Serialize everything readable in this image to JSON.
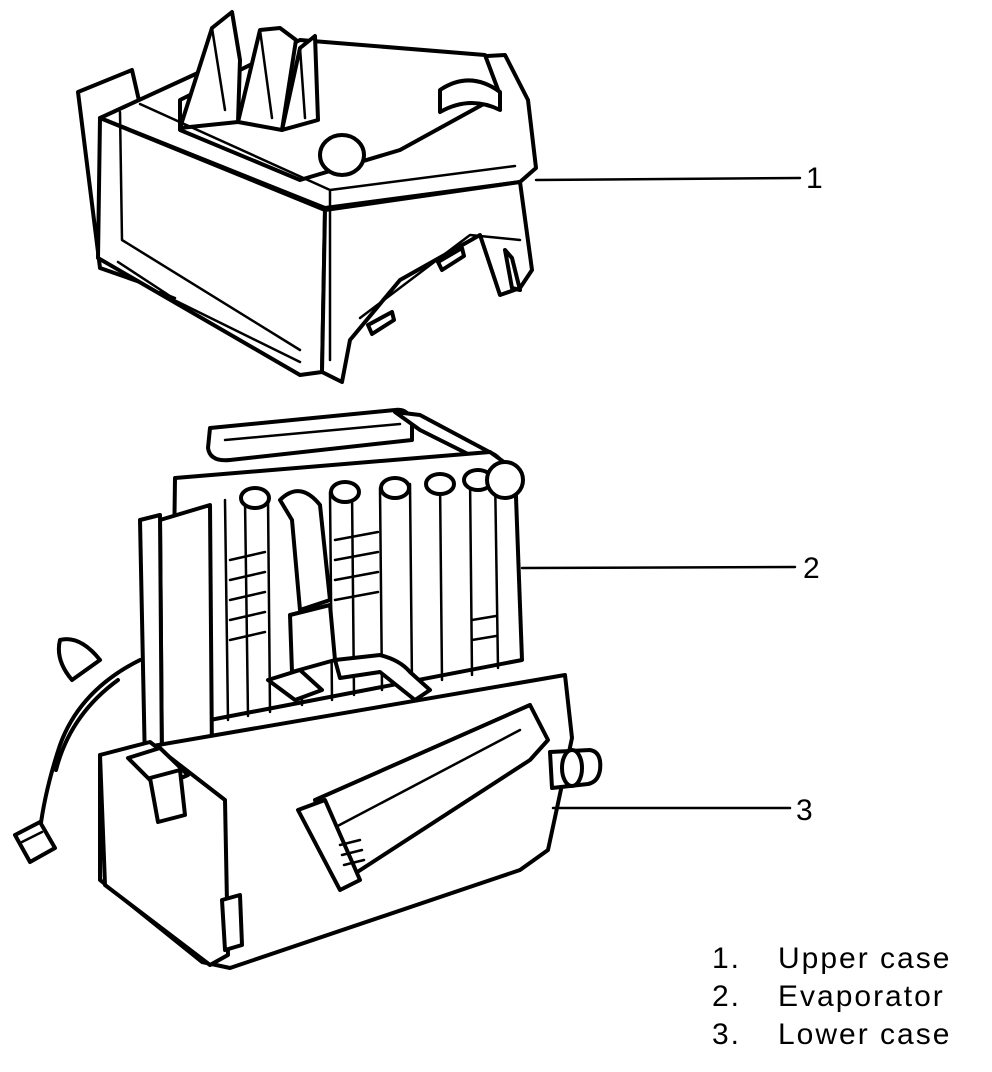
{
  "callouts": {
    "upper_case_number": "1",
    "evaporator_number": "2",
    "lower_case_number": "3"
  },
  "legend": [
    {
      "number": "1.",
      "label": "Upper case"
    },
    {
      "number": "2.",
      "label": "Evaporator"
    },
    {
      "number": "3.",
      "label": "Lower case"
    }
  ]
}
